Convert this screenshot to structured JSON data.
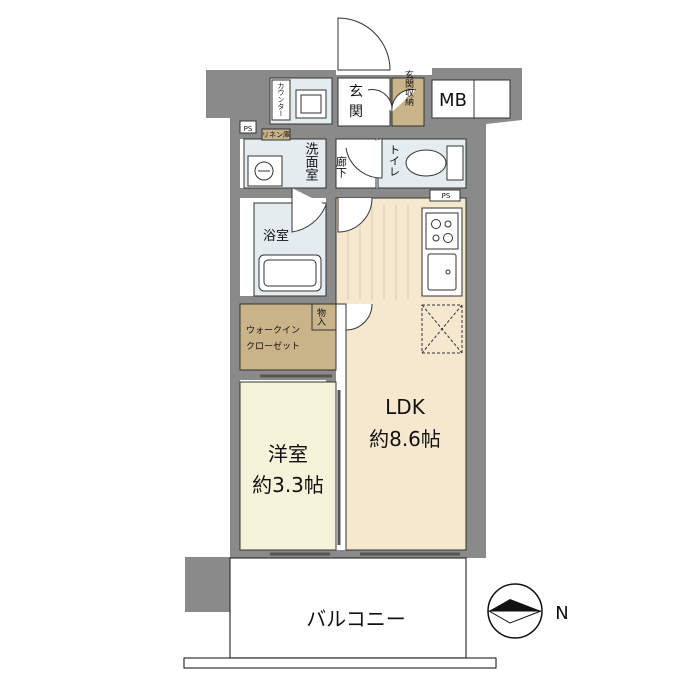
{
  "rooms": {
    "entrance": "玄関",
    "entrance_storage": "玄関収納",
    "mb": "MB",
    "counter": "カウンター",
    "ps_left": "PS",
    "linen": "リネン庫",
    "washroom": "洗面室",
    "corridor": "廊下",
    "toilet": "トイレ",
    "ps_right": "PS",
    "bathroom": "浴室",
    "storage": "物入",
    "wic_line1": "ウォークイン",
    "wic_line2": "クローゼット",
    "ldk_name": "LDK",
    "ldk_size": "約8.6帖",
    "western_name": "洋室",
    "western_size": "約3.3帖",
    "balcony": "バルコニー"
  },
  "compass": {
    "label": "N"
  },
  "colors": {
    "wall": "#8a8a8a",
    "ldk_floor": "#f6e8cf",
    "western_floor": "#f3f4d9",
    "wet_area": "#e4ecef",
    "closet": "#c9b48a",
    "entrance_storage": "#c9b48a"
  }
}
